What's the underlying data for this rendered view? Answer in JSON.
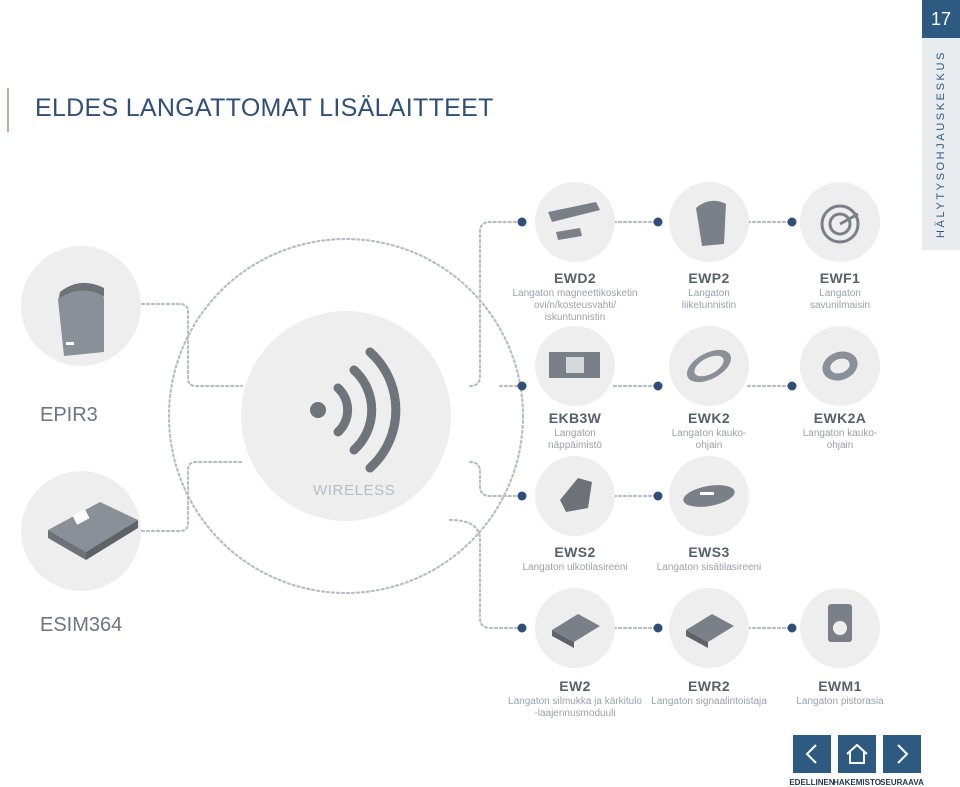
{
  "page_number": "17",
  "side_label": "HÄLYTYSOHJAUSKESKUS",
  "title": "ELDES LANGATTOMAT LISÄLAITTEET",
  "hub": {
    "label": "WIRELESS"
  },
  "left_devices": [
    {
      "id": "epir3",
      "label": "EPIR3"
    },
    {
      "id": "esim364",
      "label": "ESIM364"
    }
  ],
  "devices": [
    {
      "id": "ewd2",
      "name": "EWD2",
      "desc": [
        "Langaton magneettikosketin",
        "ovi/n/kosteusvahti/",
        "iskuntunnistin"
      ]
    },
    {
      "id": "ewp2",
      "name": "EWP2",
      "desc": [
        "Langaton",
        "liiketunnistin"
      ]
    },
    {
      "id": "ewf1",
      "name": "EWF1",
      "desc": [
        "Langaton",
        "savunilmaisin"
      ]
    },
    {
      "id": "ekb3w",
      "name": "EKB3W",
      "desc": [
        "Langaton",
        "näppäimistö"
      ]
    },
    {
      "id": "ewk2",
      "name": "EWK2",
      "desc": [
        "Langaton kauko-",
        "ohjain"
      ]
    },
    {
      "id": "ewk2a",
      "name": "EWK2A",
      "desc": [
        "Langaton kauko-",
        "ohjain"
      ]
    },
    {
      "id": "ews2",
      "name": "EWS2",
      "desc": [
        "Langaton ulkotilasireeni"
      ]
    },
    {
      "id": "ews3",
      "name": "EWS3",
      "desc": [
        "Langaton sisätilasireeni"
      ]
    },
    {
      "id": "ew2",
      "name": "EW2",
      "desc": [
        "Langaton silmukka ja kärkitulo",
        "-laajennusmoduuli"
      ]
    },
    {
      "id": "ewr2",
      "name": "EWR2",
      "desc": [
        "Langaton signaalintoistaja"
      ]
    },
    {
      "id": "ewm1",
      "name": "EWM1",
      "desc": [
        "Langaton pistorasia"
      ]
    }
  ],
  "nav": {
    "prev_label": "EDELLINEN",
    "home_label": "HAKEMISTO",
    "next_label": "SEURAAVA"
  },
  "colors": {
    "accent": "#2d5a80",
    "circle_fill": "#eeeeee",
    "connector_dot": "#2f4f7a",
    "device_gray": "#6f747a"
  }
}
